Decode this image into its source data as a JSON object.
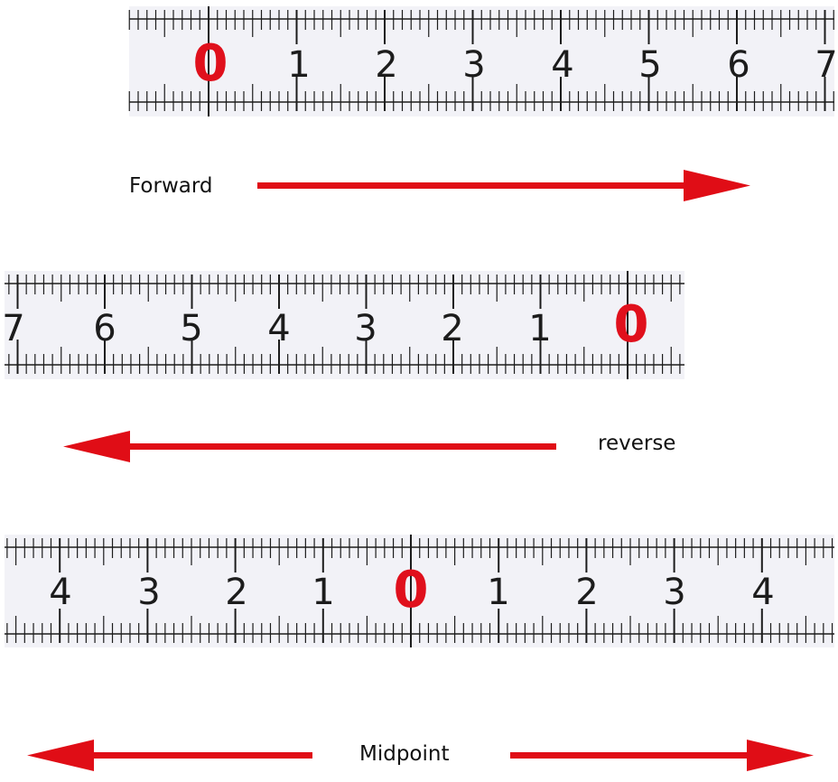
{
  "rulers": [
    {
      "id": "forward",
      "labels": [
        "0",
        "1",
        "2",
        "3",
        "4",
        "5",
        "6",
        "7"
      ]
    },
    {
      "id": "reverse",
      "labels": [
        "7",
        "6",
        "5",
        "4",
        "3",
        "2",
        "1",
        "0"
      ]
    },
    {
      "id": "midpoint",
      "labels": [
        "4",
        "3",
        "2",
        "1",
        "0",
        "1",
        "2",
        "3",
        "4"
      ]
    }
  ],
  "captions": {
    "forward": "Forward",
    "reverse": "reverse",
    "midpoint": "Midpoint"
  },
  "colors": {
    "arrow": "#e00d16",
    "zero": "#e0101c",
    "tape": "#f2f2f7",
    "ink": "#1c1c1c"
  }
}
